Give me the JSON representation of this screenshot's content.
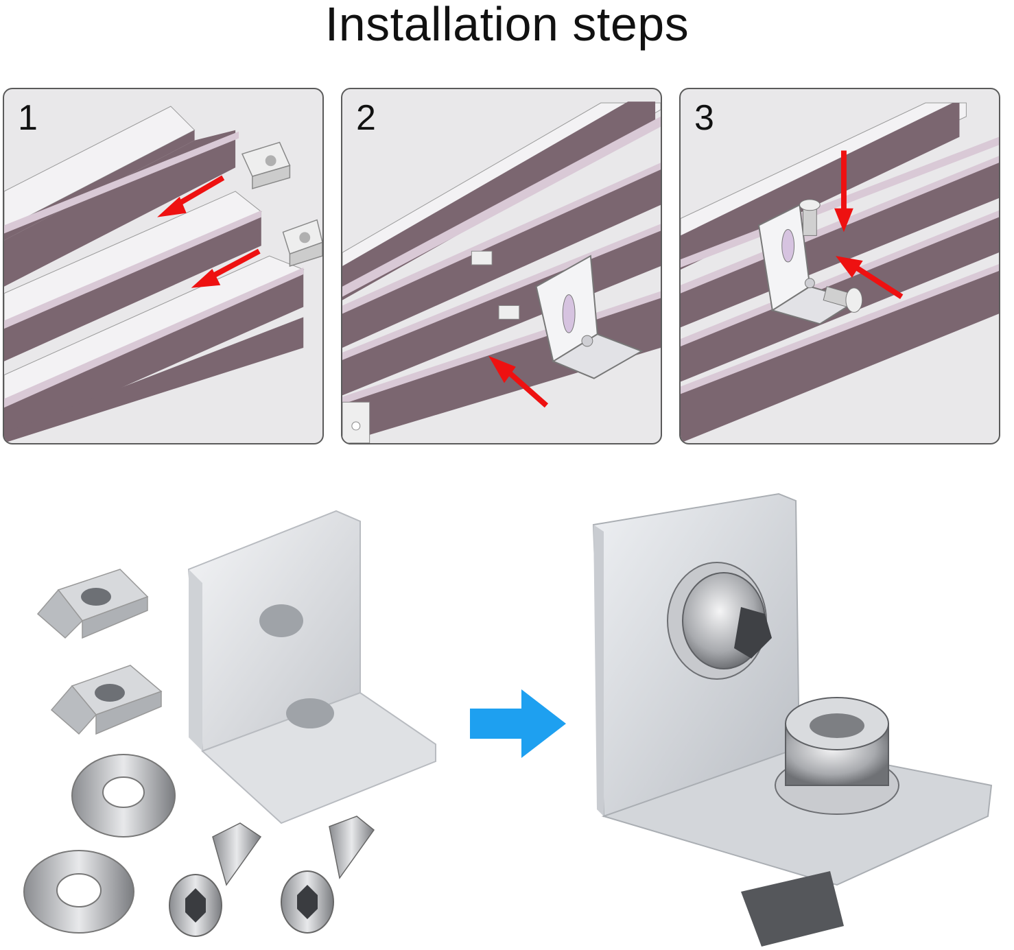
{
  "title": "Installation steps",
  "steps": [
    {
      "number": "1"
    },
    {
      "number": "2"
    },
    {
      "number": "3"
    }
  ],
  "colors": {
    "rail_dark": "#7b6670",
    "rail_light": "#f2f1f3",
    "rail_slot": "#d9c9d6",
    "arrow_red": "#ee1111",
    "arrow_blue": "#1ea0f0",
    "aluminum": "#d8dadd",
    "panel_bg": "#e9e8ea"
  },
  "icons": {
    "direction": "arrow-right-icon",
    "insert": "red-arrow-icon"
  }
}
